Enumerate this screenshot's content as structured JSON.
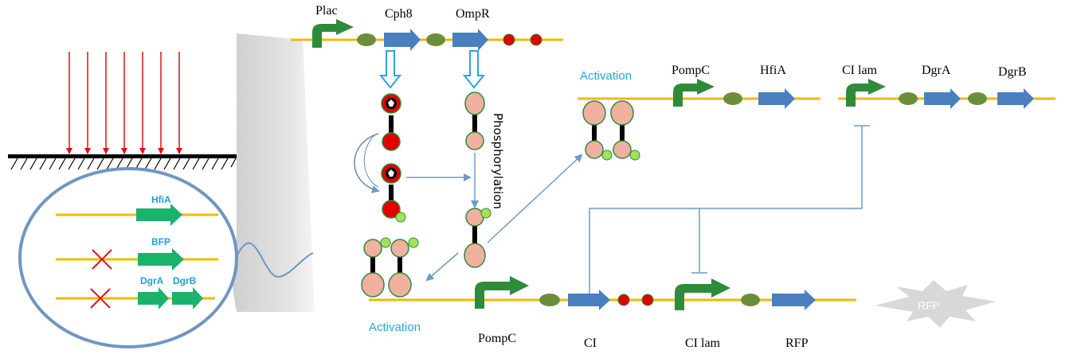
{
  "colors": {
    "dna": "#f5b800",
    "promoter": "#2e8b3a",
    "rbs": "#6b8e3a",
    "cds": "#4a7fc0",
    "terminator": "#e00000",
    "protein": "#f2b0a0",
    "phosphate": "#a6e05a",
    "regulation": "#6a9cc8",
    "light": "#e01010",
    "reporter_arrow": "#1bb36b",
    "burst": "#d8d8d8"
  },
  "top_operon": {
    "plac": "Plac",
    "cph8": "Cph8",
    "ompr": "OmpR"
  },
  "phosphorylation": "Phosphorylation",
  "activation_top": "Activation",
  "activation_bottom": "Activation",
  "upper_right": {
    "pompc": "PompC",
    "hfia": "HfiA",
    "ci_lam": "CI lam",
    "dgra": "DgrA",
    "dgrb": "DgrB"
  },
  "bottom_circuit": {
    "pompc": "PompC",
    "ci": "CI",
    "ci_lam": "CI lam",
    "rfp": "RFP",
    "rfp_burst": "RFP"
  },
  "inset": {
    "hfia": "HfiA",
    "bfp": "BFP",
    "dgra": "DgrA",
    "dgrb": "DgrB"
  },
  "icons": [
    "light-ray-icon",
    "mask-hatch-icon",
    "promoter-arrow-icon",
    "rbs-icon",
    "cds-arrow-icon",
    "terminator-icon",
    "knockout-cross-icon",
    "burst-icon"
  ]
}
